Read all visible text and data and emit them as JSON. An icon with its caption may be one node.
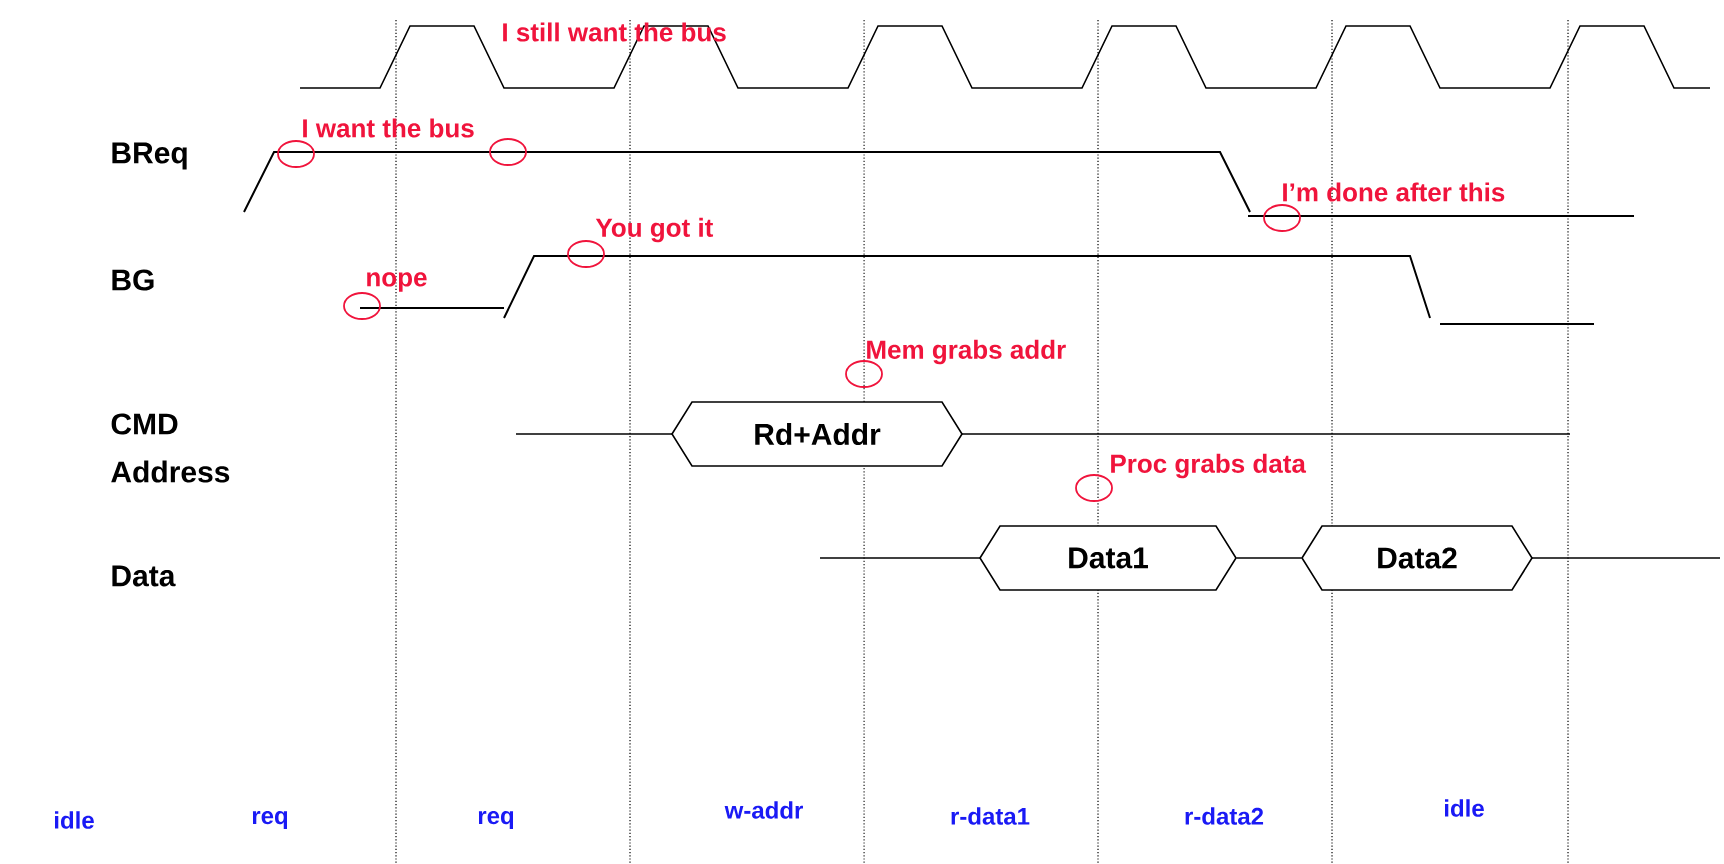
{
  "diagram": {
    "nodes": [
      {
        "text": [
          "Rd+Addr"
        ]
      },
      {
        "text": [
          "Data1"
        ]
      },
      {
        "text": [
          "Data2"
        ]
      }
    ],
    "edges": [
      {
        "from": 1,
        "to": 2,
        "arrow": "none"
      }
    ],
    "labels": [
      "I still want the bus",
      "I want the bus",
      "BReq",
      "I’m done after this",
      "You got it",
      "BG",
      "nope",
      "Mem grabs addr",
      "CMD Address",
      "Proc grabs data",
      "Data",
      "idle",
      "req",
      "req",
      "w-addr",
      "r-data1",
      "r-data2",
      "idle"
    ]
  }
}
